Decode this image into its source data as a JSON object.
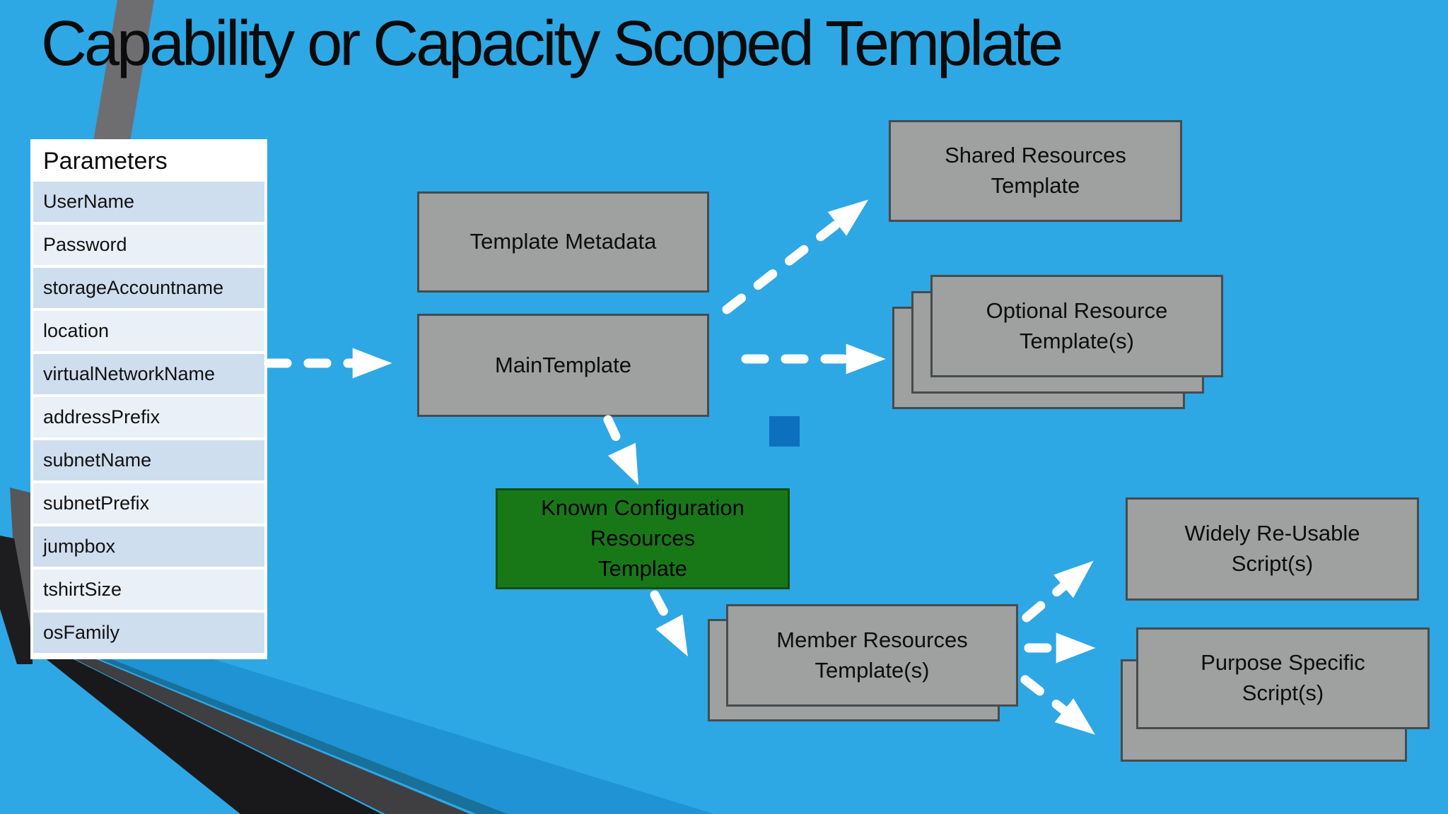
{
  "slide": {
    "title": "Capability or Capacity Scoped Template"
  },
  "parameters": {
    "header": "Parameters",
    "rows": [
      "UserName",
      "Password",
      "storageAccountname",
      "location",
      "virtualNetworkName",
      "addressPrefix",
      "subnetName",
      "subnetPrefix",
      "jumpbox",
      "tshirtSize",
      "osFamily"
    ]
  },
  "nodes": {
    "template_metadata": "Template Metadata",
    "main_template": "MainTemplate",
    "shared_resources": "Shared Resources\nTemplate",
    "optional_resource": "Optional Resource\nTemplate(s)",
    "known_configuration": "Known Configuration\nResources\nTemplate",
    "member_resources": "Member Resources\nTemplate(s)",
    "widely_reusable": "Widely Re-Usable\nScript(s)",
    "purpose_specific": "Purpose Specific\nScript(s)"
  },
  "colors": {
    "background": "#2EA7E5",
    "node_gray": "#9EA19F",
    "node_gray_border": "#474B4D",
    "node_green": "#187818",
    "node_green_border": "#0C500C",
    "accent_square": "#0C70BF",
    "arrow": "#FFFFFF",
    "table_row_dark": "#CFDEEE",
    "table_row_light": "#EAF0F8",
    "ribbon_charcoal": "#3F3F42",
    "ribbon_blue": "#1F93D3"
  }
}
